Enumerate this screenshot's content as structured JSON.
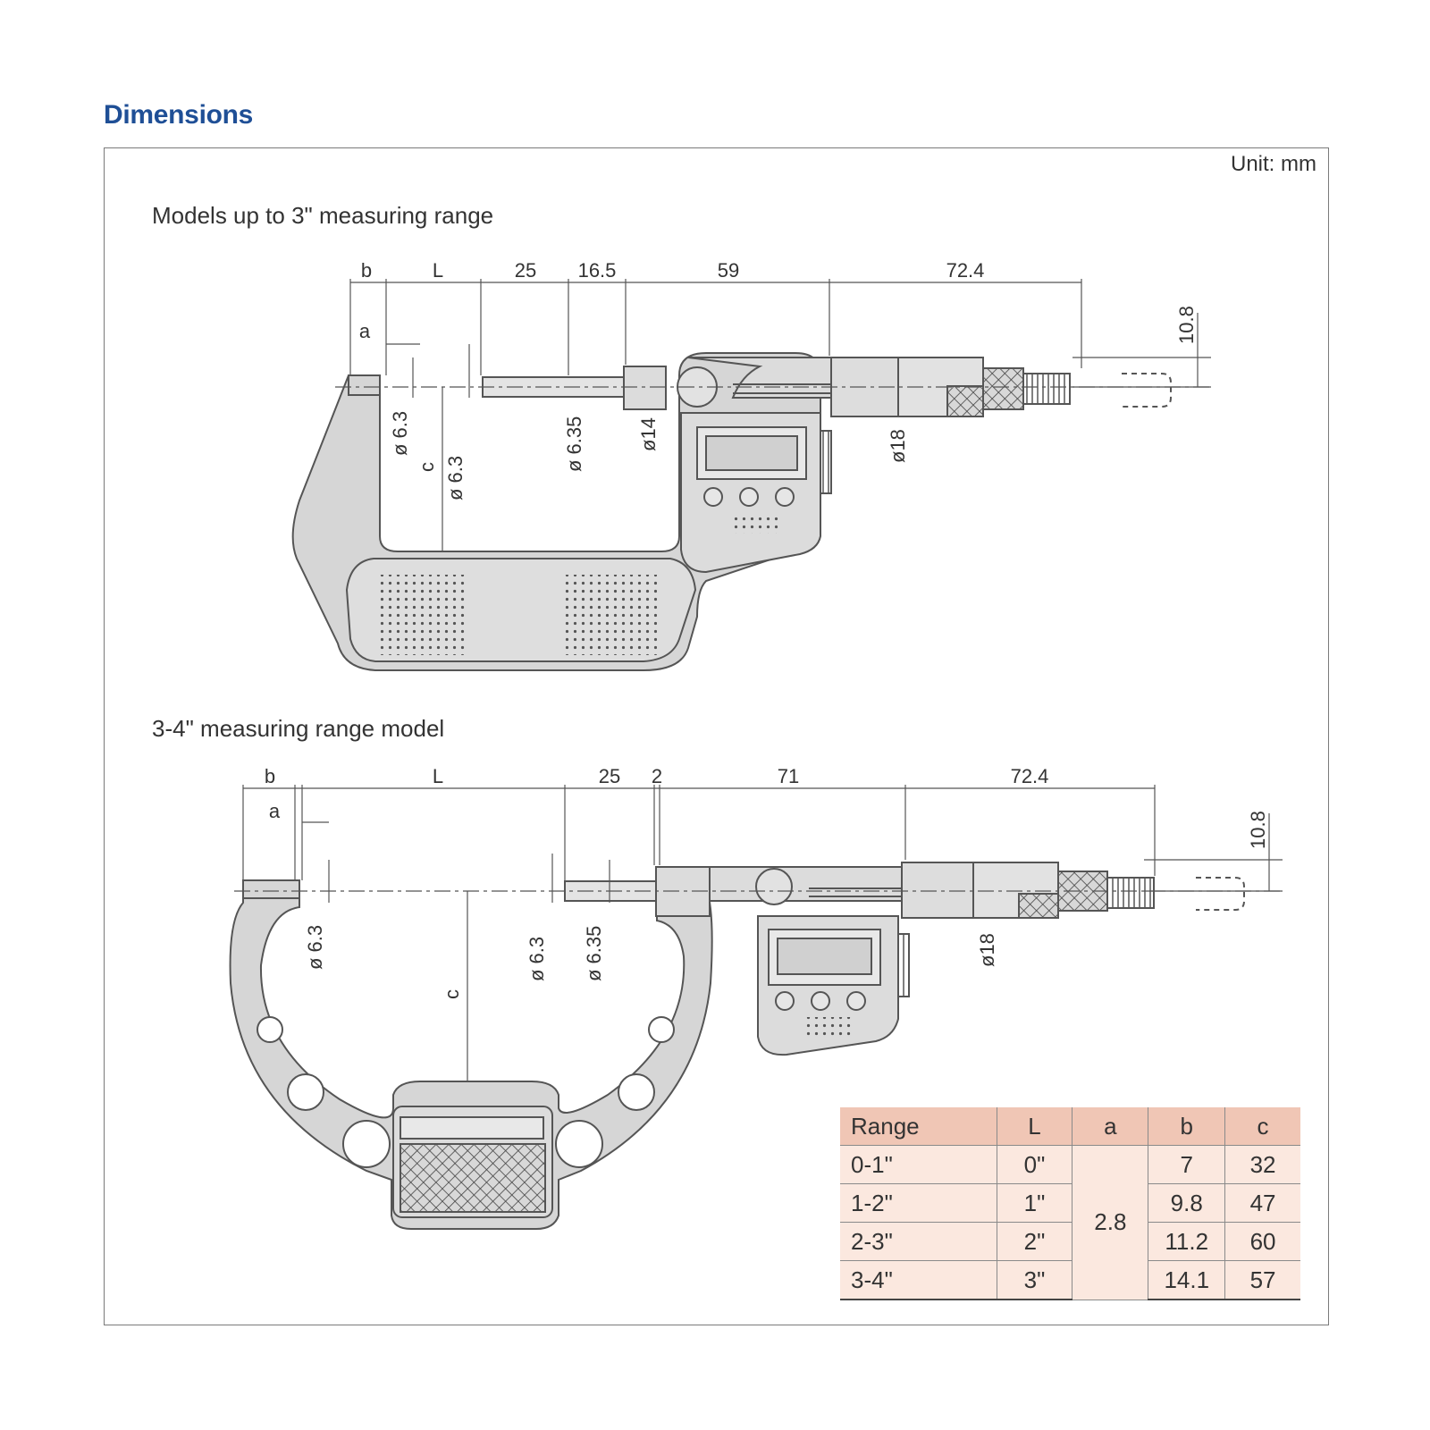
{
  "section_title": "Dimensions",
  "unit_label": "Unit: mm",
  "model1": {
    "title": "Models up to 3\" measuring range",
    "dims": {
      "b": "b",
      "L": "L",
      "d25": "25",
      "d16_5": "16.5",
      "d59": "59",
      "d72_4": "72.4",
      "a": "a",
      "d10_8": "10.8",
      "phi6_3_a": "ø 6.3",
      "c": "c",
      "phi6_3_b": "ø 6.3",
      "phi6_35": "ø 6.35",
      "phi14": "ø14",
      "phi18": "ø18"
    }
  },
  "model2": {
    "title": "3-4\" measuring range model",
    "dims": {
      "b": "b",
      "L": "L",
      "d25": "25",
      "d2": "2",
      "d71": "71",
      "d72_4": "72.4",
      "a": "a",
      "d10_8": "10.8",
      "phi6_3_a": "ø 6.3",
      "c": "c",
      "phi6_3_b": "ø 6.3",
      "phi6_35": "ø 6.35",
      "phi18": "ø18"
    }
  },
  "table": {
    "headers": [
      "Range",
      "L",
      "a",
      "b",
      "c"
    ],
    "a_value": "2.8",
    "rows": [
      {
        "range": "0-1\"",
        "L": "0\"",
        "b": "7",
        "c": "32"
      },
      {
        "range": "1-2\"",
        "L": "1\"",
        "b": "9.8",
        "c": "47"
      },
      {
        "range": "2-3\"",
        "L": "2\"",
        "b": "11.2",
        "c": "60"
      },
      {
        "range": "3-4\"",
        "L": "3\"",
        "b": "14.1",
        "c": "57"
      }
    ]
  },
  "colors": {
    "title": "#1f4f96",
    "body_fill": "#d4d4d4",
    "header_bg": "#f0c6b5",
    "cell_bg": "#fbe8df"
  }
}
